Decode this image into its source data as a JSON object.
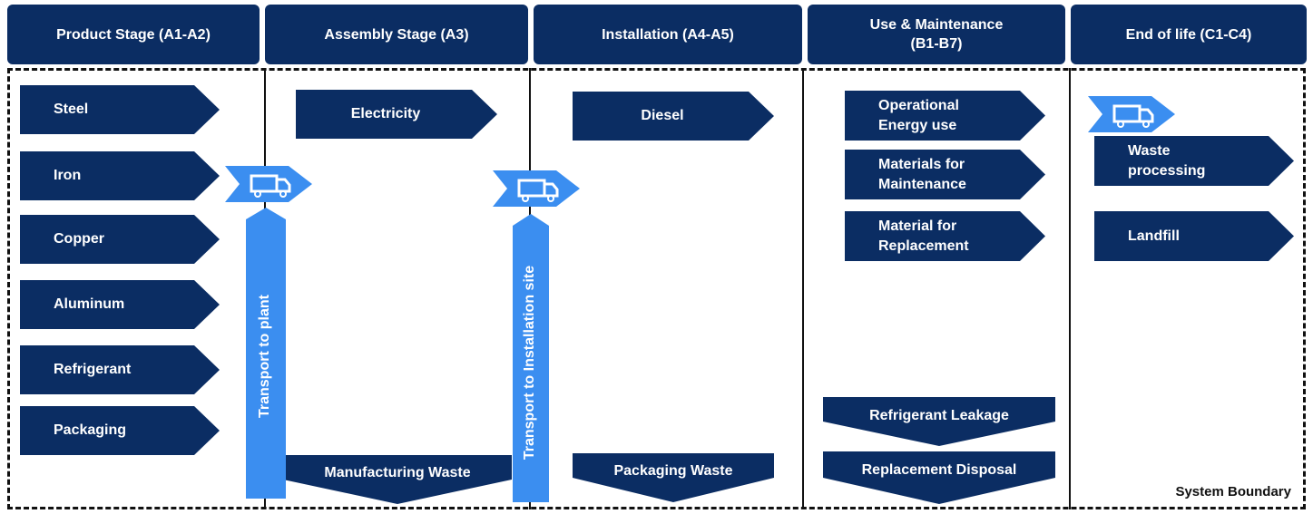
{
  "headers": [
    {
      "label": "Product Stage (A1-A2)"
    },
    {
      "label": "Assembly Stage (A3)"
    },
    {
      "label": "Installation (A4-A5)"
    },
    {
      "label": "Use & Maintenance\n(B1-B7)"
    },
    {
      "label": "End of life (C1-C4)"
    }
  ],
  "product_inputs": [
    "Steel",
    "Iron",
    "Copper",
    "Aluminum",
    "Refrigerant",
    "Packaging"
  ],
  "assembly": {
    "input": "Electricity",
    "waste": "Manufacturing Waste"
  },
  "installation": {
    "input": "Diesel",
    "waste": "Packaging Waste"
  },
  "use": {
    "inputs": [
      "Operational\nEnergy use",
      "Materials for\nMaintenance",
      "Material for\nReplacement"
    ],
    "outputs": [
      "Refrigerant Leakage",
      "Replacement Disposal"
    ]
  },
  "end_of_life": [
    "Waste\nprocessing",
    "Landfill"
  ],
  "transport": {
    "to_plant": "Transport to plant",
    "to_site": "Transport to Installation site"
  },
  "boundary_label": "System Boundary",
  "icons": [
    "truck-icon"
  ],
  "colors": {
    "navy": "#0b2d63",
    "blue": "#3b8ef0",
    "border": "#111111"
  }
}
